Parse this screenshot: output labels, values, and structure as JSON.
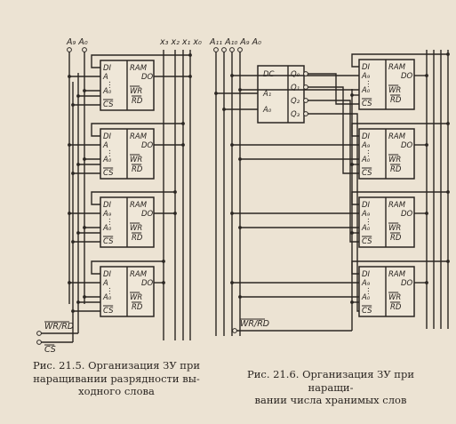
{
  "fig1": {
    "top_labels": [
      "A₉ A₀",
      "x₃ x₂ x₁ x₀"
    ],
    "control_labels": [
      "WR/RD",
      "CS"
    ],
    "chip": {
      "di": "DI",
      "ram": "RAM",
      "a": "A",
      "a9": "A₉",
      "a0": "A₀",
      "dots": "⋮",
      "do": "DO",
      "wr": "WR",
      "rd": "RD",
      "cs": "CS"
    },
    "caption": [
      "Рис. 21.5. Организация ЗУ при",
      "наращивании разрядности вы-",
      "ходного слова"
    ]
  },
  "fig2": {
    "top_label": "A₁₁ A₁₀ A₉ A₀",
    "control_label": "WR/RD",
    "decoder": {
      "dc": "DC",
      "a1": "A₁",
      "a0": "A₀",
      "q0": "Q₀",
      "q1": "Q₁",
      "q2": "Q₂",
      "q3": "Q₃"
    },
    "caption": [
      "Рис. 21.6. Организация ЗУ при наращи-",
      "вании числа хранимых слов"
    ]
  }
}
